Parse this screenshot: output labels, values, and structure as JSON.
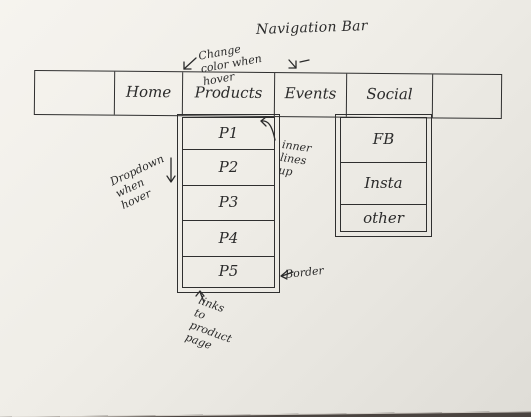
{
  "title": "Navigation Bar",
  "navbar": {
    "items": [
      "",
      "Home",
      "Products",
      "Events",
      "Social",
      ""
    ]
  },
  "products_dropdown": {
    "items": [
      "P1",
      "P2",
      "P3",
      "P4",
      "P5"
    ]
  },
  "social_dropdown": {
    "items": [
      "FB",
      "Insta",
      "other"
    ]
  },
  "annotations": {
    "change": [
      "Change",
      "color when",
      "hover"
    ],
    "dropdown": [
      "Dropdown",
      "when",
      "hover"
    ],
    "inner": [
      "inner",
      "lines",
      "up"
    ],
    "border": "Border",
    "links": [
      "links",
      "to",
      "product",
      "page"
    ]
  }
}
